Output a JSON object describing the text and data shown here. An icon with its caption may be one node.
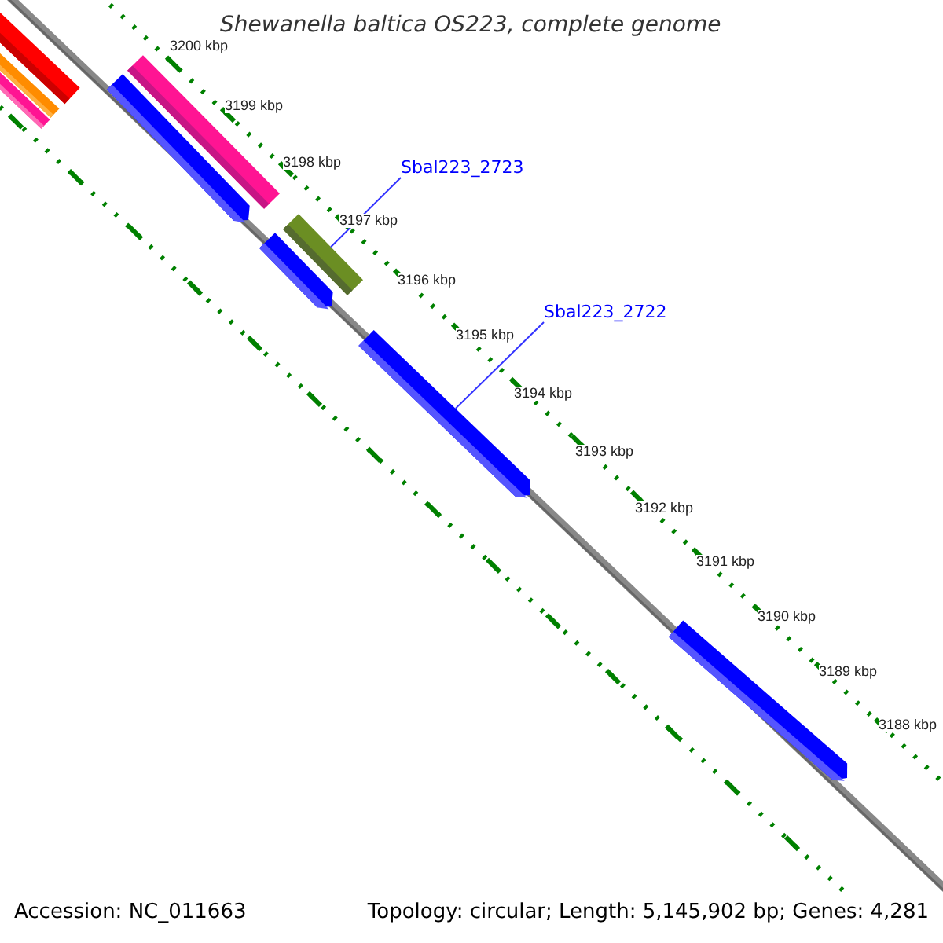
{
  "diagram": {
    "title": "Shewanella baltica OS223, complete genome",
    "nodes": [
      {
        "text": [
          "Sbal223_2723"
        ]
      },
      {
        "text": [
          "Sbal223_2722"
        ]
      },
      {
        "text": [],
        "shape": "bar"
      },
      {
        "text": [],
        "shape": "bar"
      },
      {
        "text": [],
        "shape": "bar"
      },
      {
        "text": [],
        "shape": "bar"
      },
      {
        "text": [],
        "shape": "bar"
      },
      {
        "text": [],
        "shape": "bar"
      },
      {
        "text": [],
        "shape": "bar"
      },
      {
        "text": [],
        "shape": "bar"
      },
      {
        "text": [],
        "shape": "bar"
      }
    ],
    "edges": [
      {
        "from": 0,
        "to": 7,
        "arrow": "none"
      },
      {
        "from": 1,
        "to": 9,
        "arrow": "none"
      }
    ],
    "labels": [
      "3200 kbp",
      "3199 kbp",
      "3198 kbp",
      "3197 kbp",
      "3196 kbp",
      "3195 kbp",
      "3194 kbp",
      "3193 kbp",
      "3192 kbp",
      "3191 kbp",
      "3190 kbp",
      "3189 kbp",
      "3188 kbp",
      "Accession: NC_011663",
      "Topology: circular; Length: 5,145,902 bp; Genes: 4,281"
    ]
  }
}
